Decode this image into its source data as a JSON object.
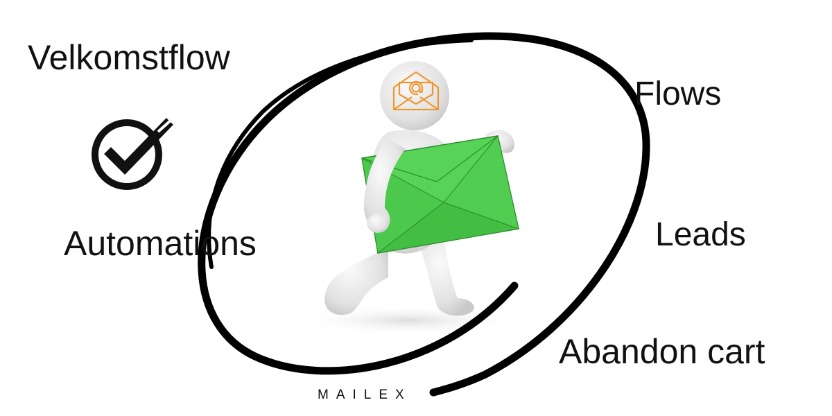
{
  "labels": {
    "velkomstflow": "Velkomstflow",
    "flows": "Flows",
    "automations": "Automations",
    "leads": "Leads",
    "abandon_cart": "Abandon cart",
    "brand": "MAILEX"
  },
  "icons": {
    "check": "check-circle-icon",
    "head_mail": "email-at-icon"
  },
  "colors": {
    "text": "#111111",
    "envelope_green": "#57d457",
    "envelope_green_dark": "#3fb43f",
    "envelope_outline": "#2c8a2c",
    "figure_grey": "#e4e4e4",
    "head_icon_orange": "#f0962e",
    "swoosh": "#000000"
  }
}
